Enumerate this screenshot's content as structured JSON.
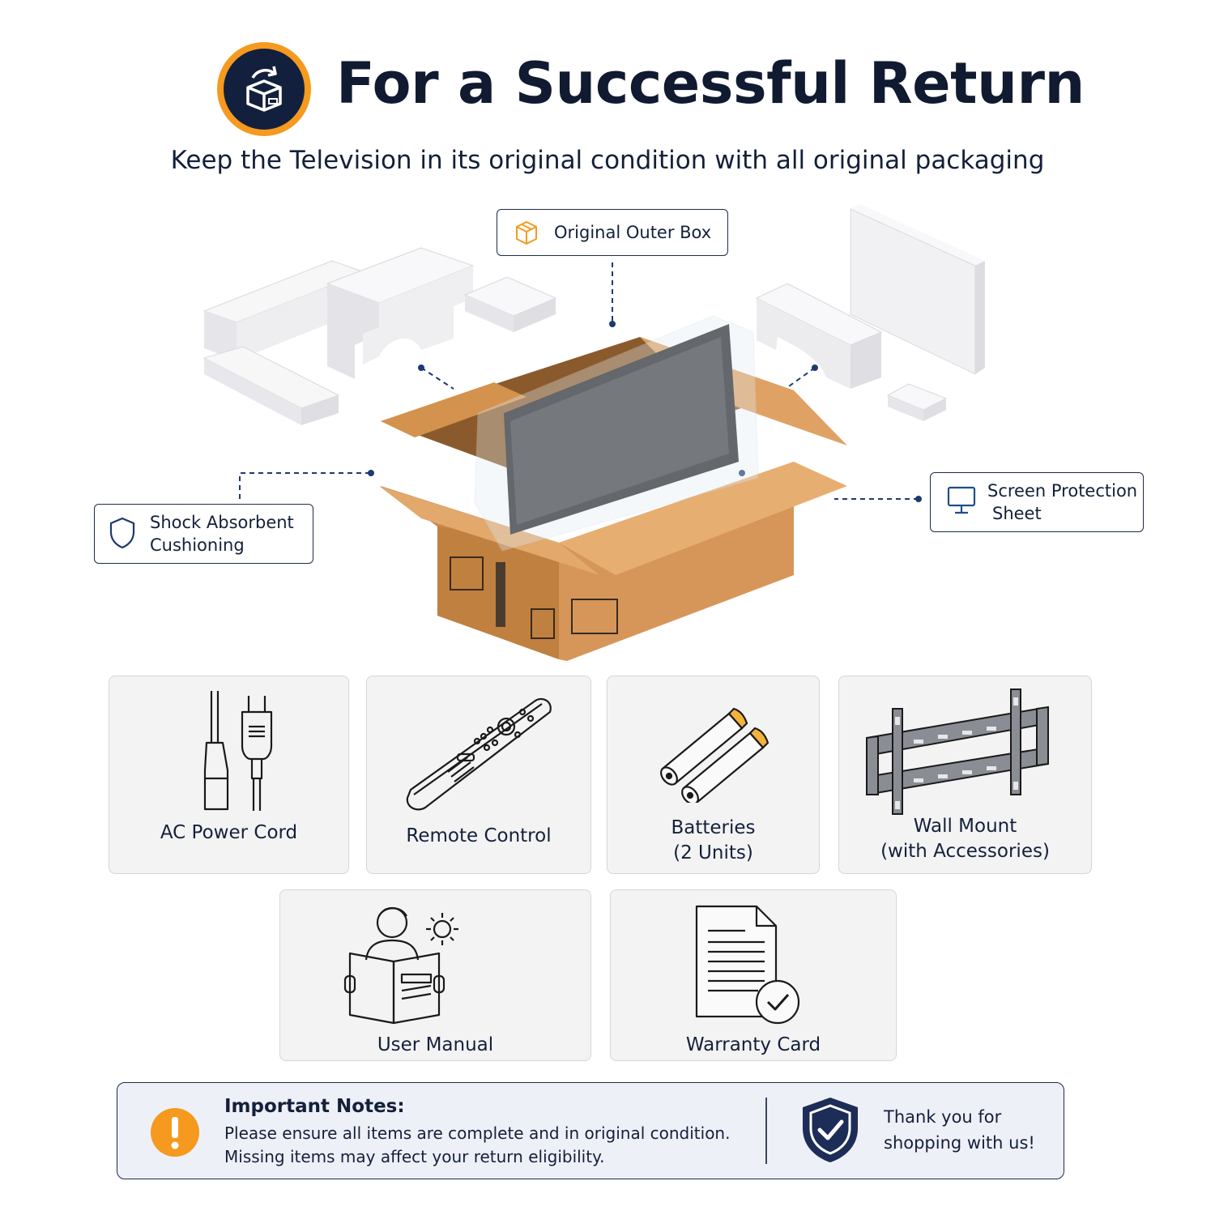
{
  "header": {
    "title": "For a Successful Return",
    "subtitle": "Keep the Television in its original condition with all original packaging"
  },
  "callouts": {
    "outer_box": "Original Outer Box",
    "cushioning_line1": "Shock Absorbent",
    "cushioning_line2": "Cushioning",
    "screen_line1": "Screen Protection",
    "screen_line2": "Sheet"
  },
  "items": [
    {
      "label": "AC Power Cord",
      "sub": "",
      "icon": "power-cord-icon"
    },
    {
      "label": "Remote Control",
      "sub": "",
      "icon": "remote-control-icon"
    },
    {
      "label": "Batteries",
      "sub": "(2 Units)",
      "icon": "batteries-icon"
    },
    {
      "label": "Wall Mount",
      "sub": "(with Accessories)",
      "icon": "wall-mount-icon"
    },
    {
      "label": "User Manual",
      "sub": "",
      "icon": "user-manual-icon"
    },
    {
      "label": "Warranty Card",
      "sub": "",
      "icon": "warranty-card-icon"
    }
  ],
  "notes": {
    "title": "Important Notes:",
    "line1": "Please ensure all items are complete and in original condition.",
    "line2": "Missing items may affect your return eligibility.",
    "thanks_line1": "Thank you for",
    "thanks_line2": "shopping with us!"
  },
  "colors": {
    "accent_orange": "#f59a1f",
    "navy": "#13203d",
    "cardboard": "#d99a55",
    "card_bg": "#f3f3f4"
  }
}
